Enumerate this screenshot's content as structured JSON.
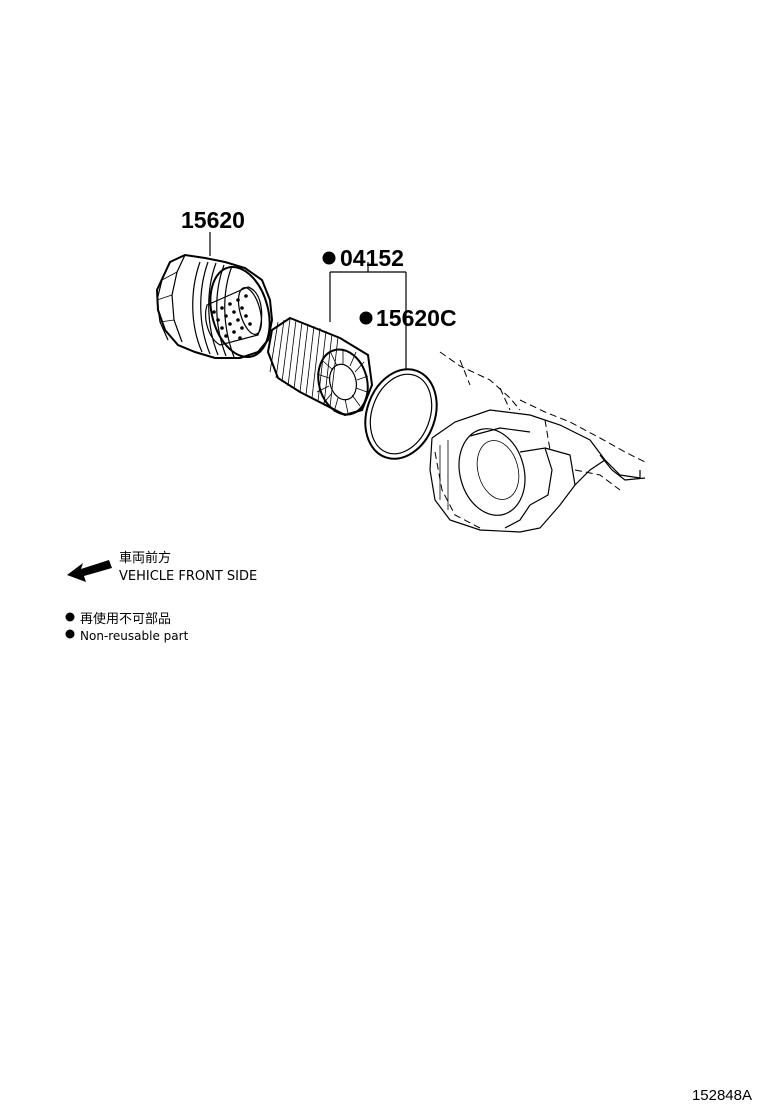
{
  "callouts": {
    "cap": "15620",
    "element": "04152",
    "oring": "15620C"
  },
  "legend": {
    "direction_jp": "車両前方",
    "direction_en": "VEHICLE FRONT SIDE",
    "nonreusable_jp": "再使用不可部品",
    "nonreusable_en": "Non-reusable part"
  },
  "figure_id": "152848A",
  "icons": {
    "direction": "arrow-left-icon",
    "marker": "filled-dot-icon"
  }
}
